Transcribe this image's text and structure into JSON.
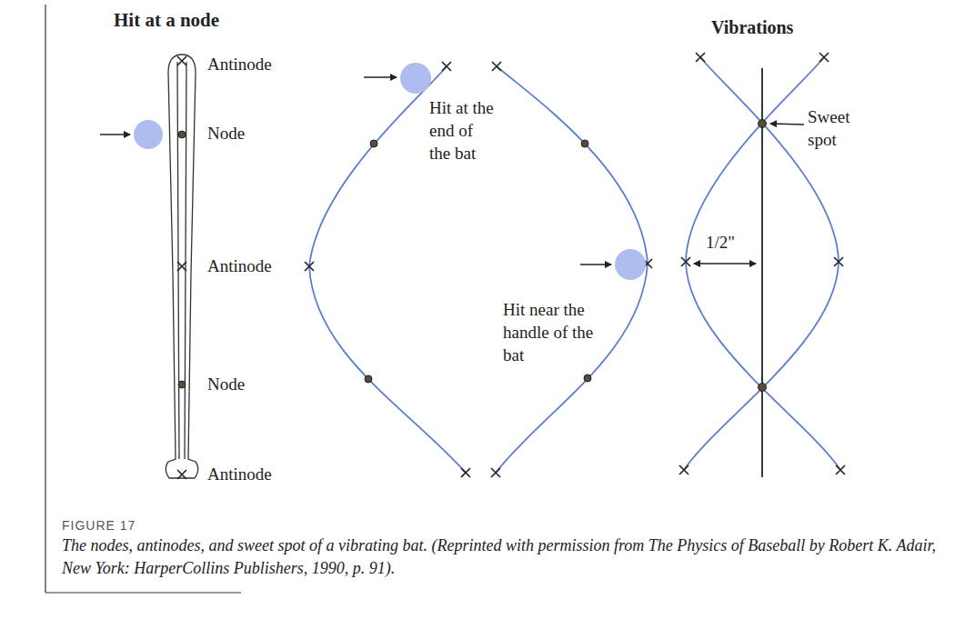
{
  "diagram": {
    "caption": "The nodes, antinodes, and sweet spot of a vibrating bat. (Reprinted with permission from The Physics of Baseball by Robert K. Adair, New York: HarperCollins Publishers, 1990, p. 91).",
    "labels": [
      "Hit at a node",
      "Antinode",
      "Node",
      "Antinode",
      "Node",
      "Antinode",
      "Hit at the end of the bat",
      "Hit near the handle of the bat",
      "Vibrations",
      "Sweet spot",
      "1/2\"",
      "FIGURE 17"
    ]
  }
}
